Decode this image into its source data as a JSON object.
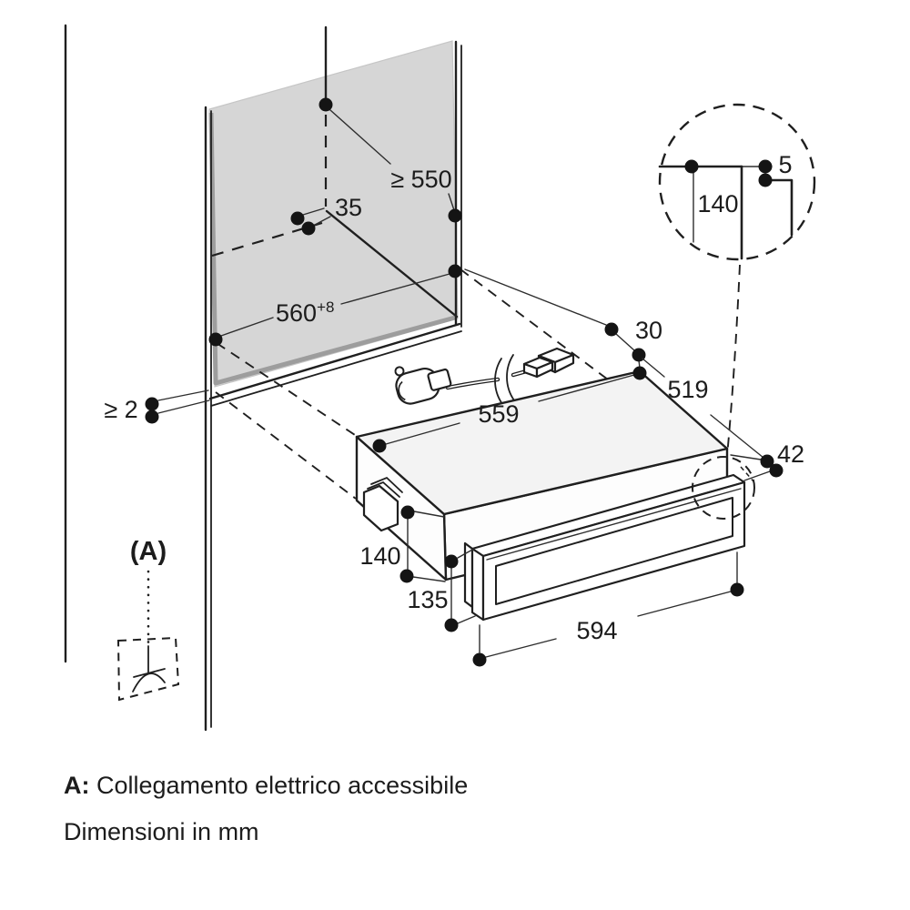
{
  "diagram": {
    "dimensions": {
      "niche_depth_min": "≥ 550",
      "rear_offset": "35",
      "niche_width": "560",
      "niche_width_tolerance": "+8",
      "front_gap_min": "≥ 2",
      "rear_clearance": "30",
      "appliance_depth": "519",
      "panel_overhang": "42",
      "appliance_width": "559",
      "appliance_height": "140",
      "front_inner_height": "135",
      "panel_width": "594"
    },
    "detail": {
      "panel_height": "140",
      "top_gap": "5"
    },
    "connection": {
      "label": "(A)"
    },
    "legend": {
      "key": "A:",
      "text": "Collegamento elettrico accessibile",
      "units": "Dimensioni in mm"
    },
    "colors": {
      "line": "#1f1f1f",
      "panel_fill": "#d6d6d6",
      "panel_border": "#9d9d9d",
      "background": "#ffffff"
    }
  }
}
